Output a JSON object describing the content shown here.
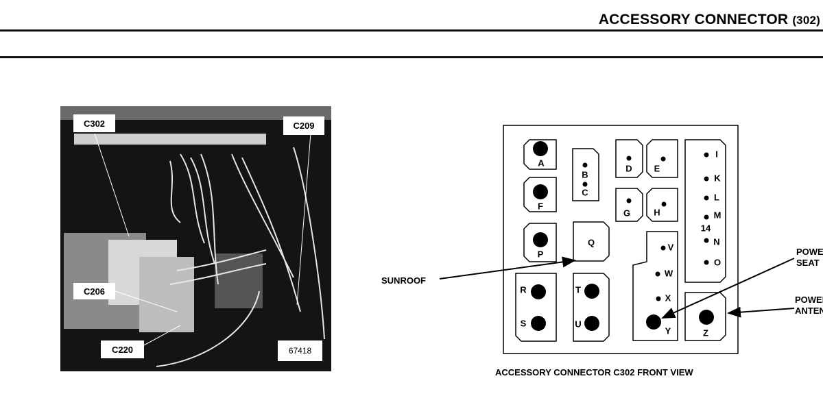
{
  "header": {
    "title": "ACCESSORY CONNECTOR",
    "title_suffix": "(302)"
  },
  "photo": {
    "labels": {
      "c302": "C302",
      "c209": "C209",
      "c206": "C206",
      "c220": "C220"
    },
    "figure_number": "67418"
  },
  "diagram": {
    "caption": "ACCESSORY CONNECTOR C302 FRONT VIEW",
    "pins": {
      "A": "A",
      "B": "B",
      "C": "C",
      "D": "D",
      "E": "E",
      "F": "F",
      "G": "G",
      "H": "H",
      "I": "I",
      "K": "K",
      "L": "L",
      "M": "M",
      "N": "N",
      "O": "O",
      "P": "P",
      "Q": "Q",
      "R": "R",
      "S": "S",
      "T": "T",
      "U": "U",
      "V": "V",
      "W": "W",
      "X": "X",
      "Y": "Y",
      "Z": "Z"
    },
    "cavity_number": "14",
    "callouts": {
      "sunroof": "SUNROOF",
      "power_seat_1": "POWER",
      "power_seat_2": "SEAT",
      "power_antenna_1": "POWER",
      "power_antenna_2": "ANTENNA"
    }
  }
}
